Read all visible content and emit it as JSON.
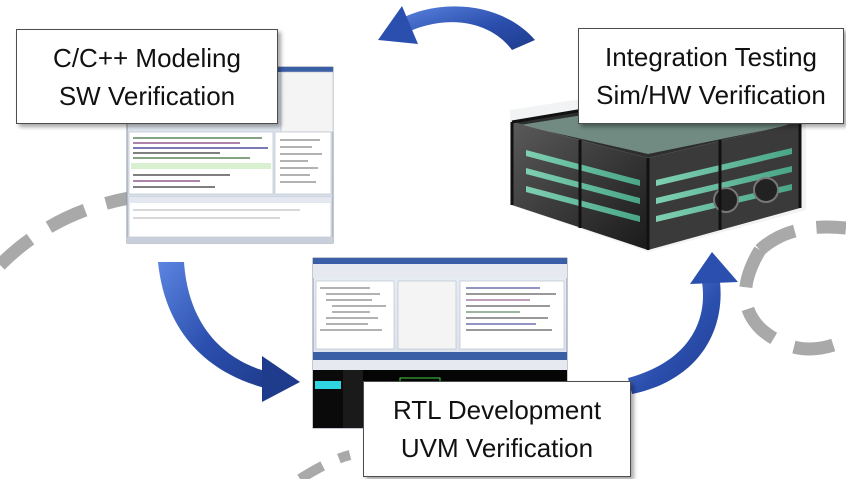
{
  "stages": [
    {
      "id": "cmodel",
      "line1": "C/C++ Modeling",
      "line2": "SW Verification"
    },
    {
      "id": "integration",
      "line1": "Integration Testing",
      "line2": "Sim/HW Verification"
    },
    {
      "id": "rtl",
      "line1": "RTL Development",
      "line2": "UVM Verification"
    }
  ],
  "colors": {
    "arrow_dark": "#1f3c8c",
    "arrow_light": "#5c84e0",
    "dashed_arc": "#a9a9a9",
    "box_border": "#4d4d4d"
  }
}
